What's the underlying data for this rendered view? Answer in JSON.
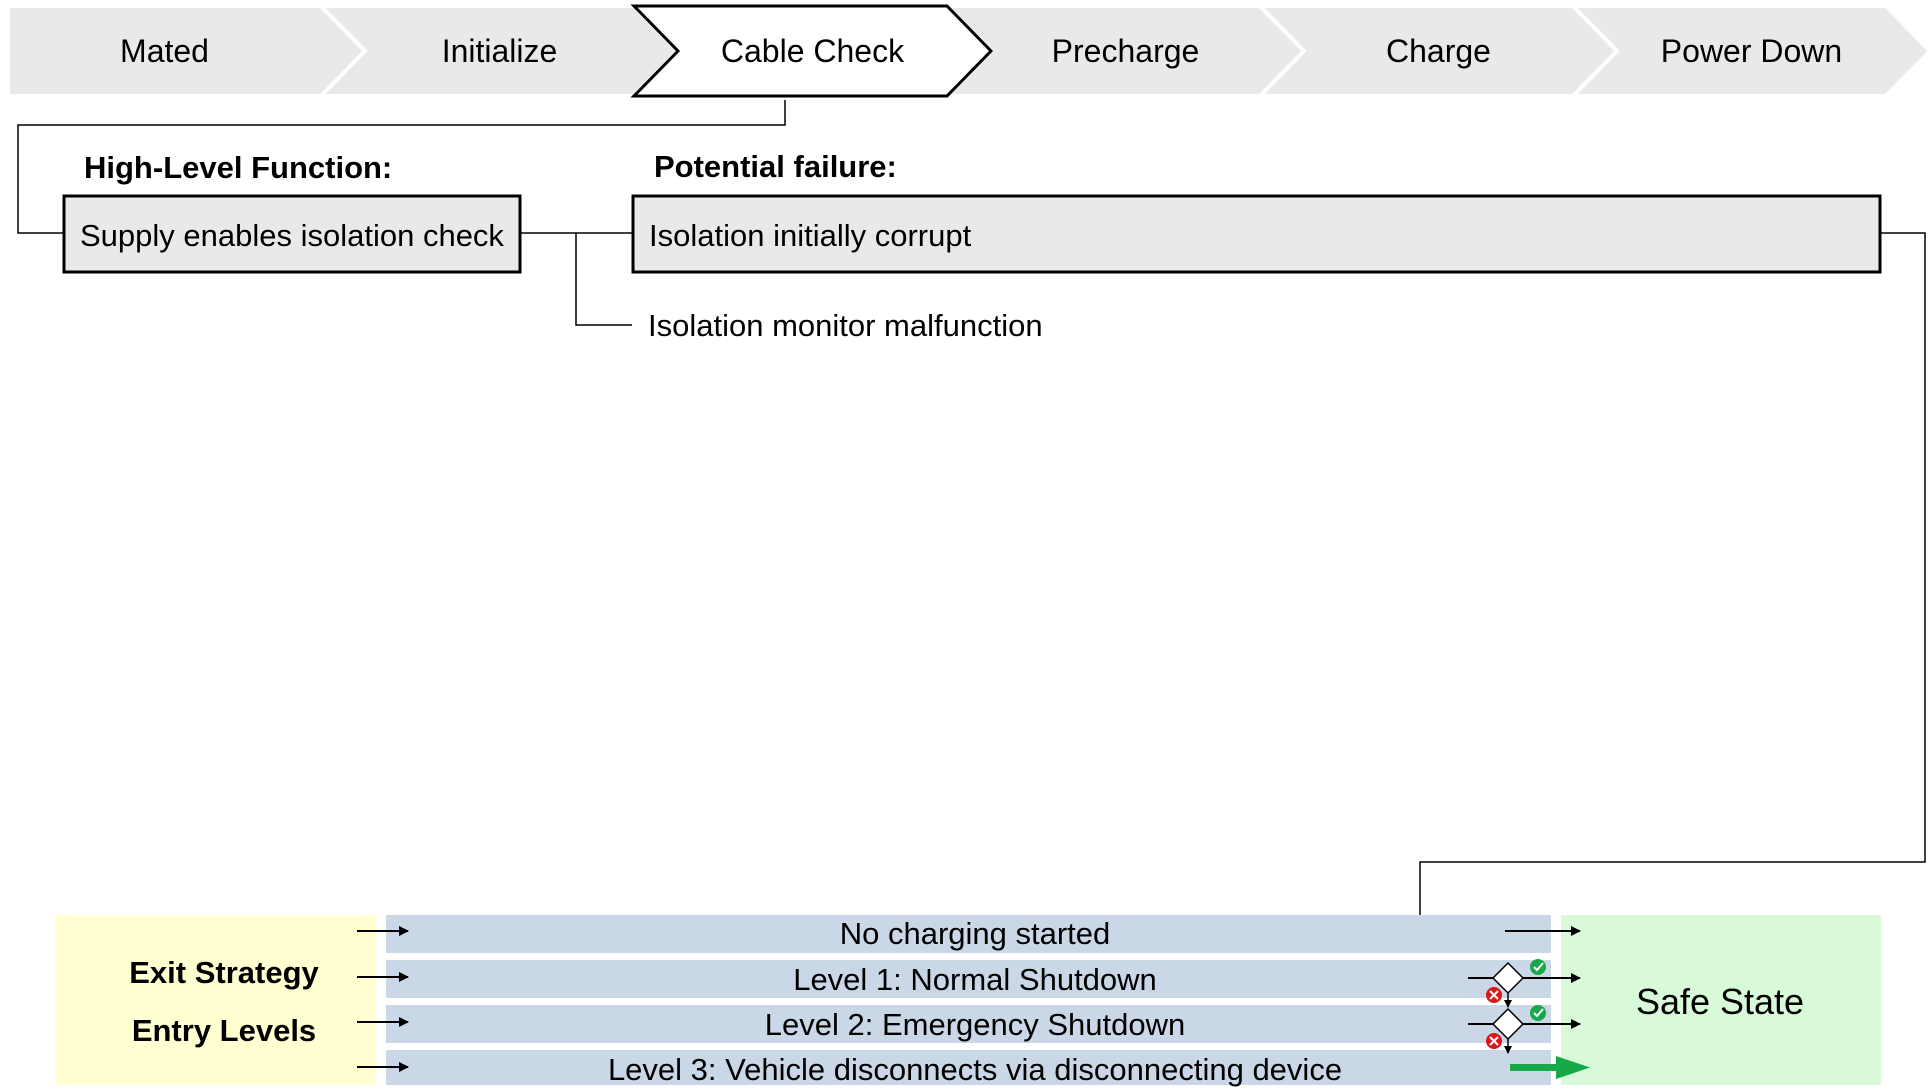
{
  "process_steps": [
    {
      "label": "Mated",
      "active": false
    },
    {
      "label": "Initialize",
      "active": false
    },
    {
      "label": "Cable Check",
      "active": true
    },
    {
      "label": "Precharge",
      "active": false
    },
    {
      "label": "Charge",
      "active": false
    },
    {
      "label": "Power Down",
      "active": false
    }
  ],
  "function_heading": "High-Level Function:",
  "function_box": "Supply enables isolation check",
  "failure_heading": "Potential failure:",
  "failures": [
    "Isolation initially corrupt",
    "Isolation monitor malfunction"
  ],
  "exit_strategy": {
    "label_1": "Exit Strategy",
    "label_2": "Entry Levels",
    "levels": [
      "No charging started",
      "Level 1: Normal Shutdown",
      "Level 2: Emergency Shutdown",
      "Level 3: Vehicle disconnects via disconnecting device"
    ],
    "safe_state": "Safe State"
  },
  "colors": {
    "step_fill": "#e8e9eb",
    "box_fill": "#e8e9eb",
    "exit_yellow": "#ffffd2",
    "level_blue": "#c9d7e6",
    "safe_green": "#d9fad9",
    "check_green": "#17a84a",
    "cross_red": "#d7191c"
  },
  "icons": [
    "check-icon",
    "cross-icon",
    "decision-diamond-icon",
    "arrow-right-icon"
  ]
}
